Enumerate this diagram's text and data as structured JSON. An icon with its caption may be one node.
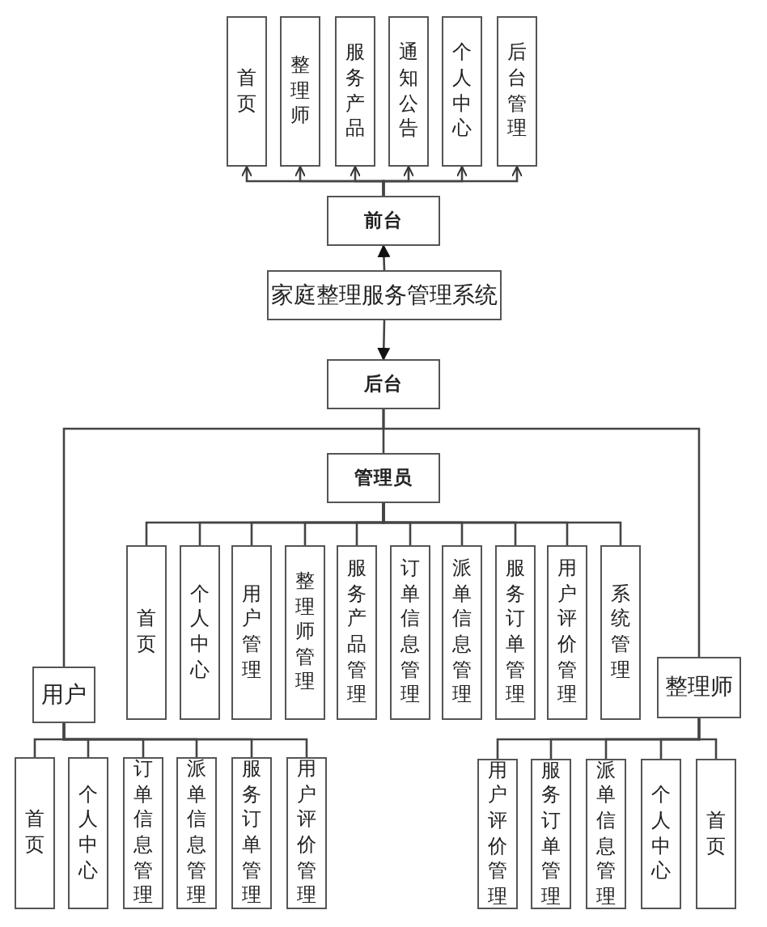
{
  "diagram": {
    "nodes": [
      {
        "text": [
          "首页"
        ]
      },
      {
        "text": [
          "整理师"
        ]
      },
      {
        "text": [
          "服务产品"
        ]
      },
      {
        "text": [
          "通知公告"
        ]
      },
      {
        "text": [
          "个人中心"
        ]
      },
      {
        "text": [
          "后台管理"
        ]
      },
      {
        "text": [
          "前台"
        ]
      },
      {
        "text": [
          "家庭整理服务管理系统"
        ]
      },
      {
        "text": [
          "后台"
        ]
      },
      {
        "text": [
          "管理员"
        ]
      },
      {
        "text": [
          "首页"
        ]
      },
      {
        "text": [
          "个人中心"
        ]
      },
      {
        "text": [
          "用户管理"
        ]
      },
      {
        "text": [
          "整理师管理"
        ]
      },
      {
        "text": [
          "服务产品管理"
        ]
      },
      {
        "text": [
          "订单信息管理"
        ]
      },
      {
        "text": [
          "派单信息管理"
        ]
      },
      {
        "text": [
          "服务订单管理"
        ]
      },
      {
        "text": [
          "用户评价管理"
        ]
      },
      {
        "text": [
          "系统管理"
        ]
      },
      {
        "text": [
          "用户"
        ]
      },
      {
        "text": [
          "整理师"
        ]
      },
      {
        "text": [
          "首页"
        ]
      },
      {
        "text": [
          "个人中心"
        ]
      },
      {
        "text": [
          "订单信息管理"
        ]
      },
      {
        "text": [
          "派单信息管理"
        ]
      },
      {
        "text": [
          "服务订单管理"
        ]
      },
      {
        "text": [
          "用户评价管理"
        ]
      },
      {
        "text": [
          "用户评价管理"
        ]
      },
      {
        "text": [
          "服务订单管理"
        ]
      },
      {
        "text": [
          "派单信息管理"
        ]
      },
      {
        "text": [
          "个人中心"
        ]
      },
      {
        "text": [
          "首页"
        ]
      }
    ],
    "edges": [
      {
        "from": 6,
        "to": 0,
        "arrow": "to"
      },
      {
        "from": 6,
        "to": 1,
        "arrow": "to"
      },
      {
        "from": 6,
        "to": 2,
        "arrow": "to"
      },
      {
        "from": 6,
        "to": 3,
        "arrow": "to"
      },
      {
        "from": 6,
        "to": 4,
        "arrow": "to"
      },
      {
        "from": 6,
        "to": 5,
        "arrow": "to"
      },
      {
        "from": 7,
        "to": 6,
        "arrow": "to"
      },
      {
        "from": 7,
        "to": 8,
        "arrow": "to"
      },
      {
        "from": 8,
        "to": 9,
        "arrow": "none"
      },
      {
        "from": 8,
        "to": 20,
        "arrow": "none"
      },
      {
        "from": 8,
        "to": 21,
        "arrow": "none"
      },
      {
        "from": 9,
        "to": 10,
        "arrow": "none"
      },
      {
        "from": 9,
        "to": 11,
        "arrow": "none"
      },
      {
        "from": 9,
        "to": 12,
        "arrow": "none"
      },
      {
        "from": 9,
        "to": 13,
        "arrow": "none"
      },
      {
        "from": 9,
        "to": 14,
        "arrow": "none"
      },
      {
        "from": 9,
        "to": 15,
        "arrow": "none"
      },
      {
        "from": 9,
        "to": 16,
        "arrow": "none"
      },
      {
        "from": 9,
        "to": 17,
        "arrow": "none"
      },
      {
        "from": 9,
        "to": 18,
        "arrow": "none"
      },
      {
        "from": 9,
        "to": 19,
        "arrow": "none"
      },
      {
        "from": 20,
        "to": 22,
        "arrow": "none"
      },
      {
        "from": 20,
        "to": 23,
        "arrow": "none"
      },
      {
        "from": 20,
        "to": 24,
        "arrow": "none"
      },
      {
        "from": 20,
        "to": 25,
        "arrow": "none"
      },
      {
        "from": 20,
        "to": 26,
        "arrow": "none"
      },
      {
        "from": 20,
        "to": 27,
        "arrow": "none"
      },
      {
        "from": 21,
        "to": 28,
        "arrow": "none"
      },
      {
        "from": 21,
        "to": 29,
        "arrow": "none"
      },
      {
        "from": 21,
        "to": 30,
        "arrow": "none"
      },
      {
        "from": 21,
        "to": 31,
        "arrow": "none"
      },
      {
        "from": 21,
        "to": 32,
        "arrow": "none"
      }
    ]
  }
}
